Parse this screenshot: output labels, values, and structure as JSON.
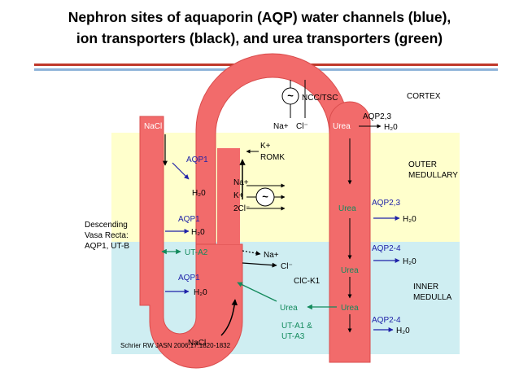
{
  "title": {
    "line1": "Nephron sites of aquaporin (AQP) water channels (blue),",
    "line2": "ion transporters (black), and urea transporters (green)"
  },
  "zones": {
    "cortex": "CORTEX",
    "outer_line1": "OUTER",
    "outer_line2": "MEDULLARY",
    "inner_line1": "INNER",
    "inner_line2": "MEDULLA"
  },
  "labels": {
    "nacl_top": "NaCl",
    "aqp1_a": "AQP1",
    "h2o_a": "H₂0",
    "aqp1_b": "AQP1",
    "h2o_b": "H₂0",
    "vasa_1": "Descending",
    "vasa_2": "Vasa Recta:",
    "vasa_3": "AQP1, UT-B",
    "uta2": "UT-A2",
    "aqp1_c": "AQP1",
    "h2o_c": "H₂0",
    "nacl_bottom": "NaCl",
    "citation": "Schrier RW JASN 2006;17:1820-1832",
    "ncc": "NCC/TSC",
    "na_top": "Na+",
    "cl_top": "Cl⁻",
    "k_plus": "K+",
    "romk": "ROMK",
    "nkcc_na": "Na+",
    "nkcc_k": "K+",
    "nkcc_cl": "2Cl⁻",
    "na_inner": "Na+",
    "cl_inner": "Cl⁻",
    "clc": "ClC-K1",
    "urea_green": "Urea",
    "uta_1": "UT-A1 &",
    "uta_2": "UT-A3",
    "urea_cd1": "Urea",
    "urea_cd2": "Urea",
    "urea_cd3": "Urea",
    "urea_cd4": "Urea",
    "h2o_cortex": "H₂0",
    "aqp23_a": "AQP2,3",
    "aqp23_b": "AQP2,3",
    "h2o_outer": "H₂0",
    "aqp24_a": "AQP2-4",
    "h2o_inner_a": "H₂0",
    "aqp24_b": "AQP2-4",
    "h2o_inner_b": "H₂0",
    "pump": "~"
  },
  "colors": {
    "tubule": "#f26b6b",
    "tubule_edge": "#d94c4c",
    "outer_medulla": "#ffffcc",
    "inner_medulla": "#cfeef2",
    "aqp_blue": "#1f22a8",
    "urea_green": "#138a5c",
    "title_rule_red": "#c0392b",
    "title_rule_blue": "#8fb4d9"
  }
}
